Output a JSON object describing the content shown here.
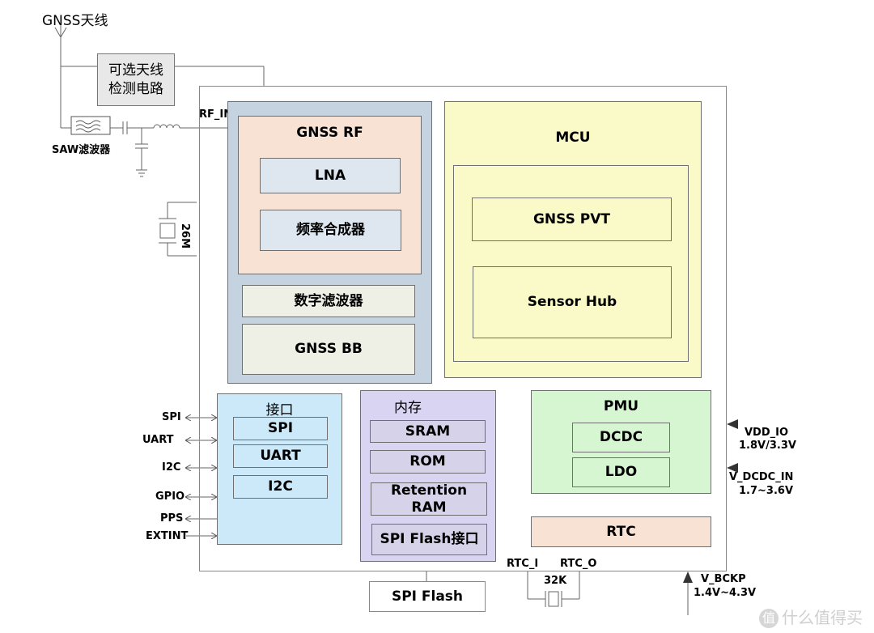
{
  "antenna": {
    "label": "GNSS天线",
    "detect_circuit": "可选天线\n检测电路",
    "saw_label": "SAW滤波器",
    "rf_in": "RF_IN",
    "crystal": "26M"
  },
  "gnss_rf": {
    "title": "GNSS RF",
    "lna": "LNA",
    "synth": "频率合成器"
  },
  "digital_filter": "数字滤波器",
  "gnss_bb": "GNSS BB",
  "mcu": {
    "title": "MCU",
    "pvt": "GNSS PVT",
    "sensor_hub": "Sensor Hub"
  },
  "interface": {
    "title": "接口",
    "items": [
      "SPI",
      "UART",
      "I2C"
    ]
  },
  "memory": {
    "title": "内存",
    "items": [
      "SRAM",
      "ROM",
      "Retention\nRAM",
      "SPI Flash接口"
    ]
  },
  "pmu": {
    "title": "PMU",
    "dcdc": "DCDC",
    "ldo": "LDO"
  },
  "rtc": "RTC",
  "pins_left": [
    "SPI",
    "UART",
    "I2C",
    "GPIO",
    "PPS",
    "EXTINT"
  ],
  "power": {
    "vdd_io": "VDD_IO",
    "vdd_io_range": "1.8V/3.3V",
    "v_dcdc_in": "V_DCDC_IN",
    "v_dcdc_range": "1.7~3.6V",
    "v_bckp": "V_BCKP",
    "v_bckp_range": "1.4V~4.3V"
  },
  "rtc_pins": {
    "rtc_i": "RTC_I",
    "rtc_o": "RTC_O",
    "crystal": "32K"
  },
  "spi_flash": "SPI Flash",
  "watermark": "什么值得买",
  "watermark_logo": "值",
  "colors": {
    "gnss_block": "#c5d3e1",
    "rf_block": "#f8e2d4",
    "sub_blue": "#dee7f0",
    "sub_gray": "#eef0e6",
    "mcu_yellow": "#fafac8",
    "iface_blue": "#cce9f9",
    "mem_purple": "#d8d4f2",
    "pmu_green": "#d6f6d2",
    "rtc_pink": "#f8e2d4",
    "mem_item": "#d6d2ea"
  }
}
